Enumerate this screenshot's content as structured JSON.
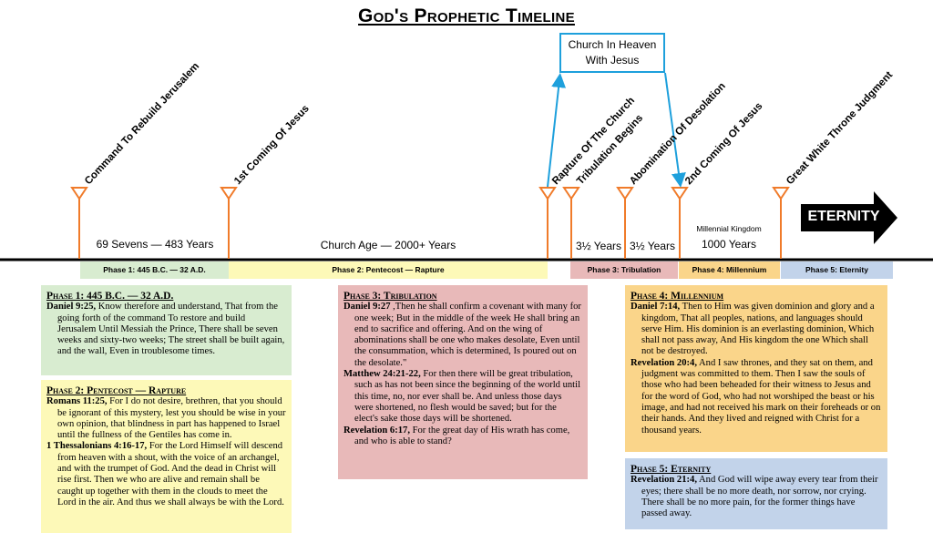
{
  "title": "God's Prophetic Timeline",
  "church_in_heaven": "Church In Heaven\nWith Jesus",
  "events": [
    {
      "id": "command",
      "label": "Command To Rebuild Jerusalem"
    },
    {
      "id": "first-coming",
      "label": "1st Coming Of Jesus"
    },
    {
      "id": "rapture",
      "label": "Rapture Of The Church"
    },
    {
      "id": "tribulation-begins",
      "label": "Tribulation Begins"
    },
    {
      "id": "abomination",
      "label": "Abomination Of Desolation"
    },
    {
      "id": "second-coming",
      "label": "2nd Coming Of Jesus"
    },
    {
      "id": "great-white-throne",
      "label": "Great White Throne Judgment"
    }
  ],
  "periods": {
    "sevens": "69 Sevens — 483 Years",
    "church_age": "Church Age — 2000+ Years",
    "half1": "3½ Years",
    "half2": "3½ Years",
    "millennial_small": "Millennial Kingdom",
    "millennial": "1000 Years"
  },
  "eternity": "ETERNITY",
  "colors": {
    "green": "#d8ecd0",
    "yellow": "#fdf9b8",
    "pink": "#e8b9b9",
    "orange": "#fad58a",
    "blue": "#c2d3ea",
    "accent_orange": "#f07b2a",
    "accent_blue": "#1ea0dc"
  },
  "phase_bands": [
    {
      "label": "Phase 1: 445 B.C. — 32 A.D."
    },
    {
      "label": "Phase 2: Pentecost — Rapture"
    },
    {
      "label": "Phase 3: Tribulation"
    },
    {
      "label": "Phase 4: Millennium"
    },
    {
      "label": "Phase 5: Eternity"
    }
  ],
  "phases": {
    "p1": {
      "heading": "Phase 1: 445 B.C. — 32 A.D.",
      "verses": [
        {
          "ref": "Daniel 9:25,",
          "text": " Know therefore and understand, That from the going forth of the command To restore and build Jerusalem Until Messiah the Prince, There shall be seven weeks and sixty-two weeks; The street shall be built again, and the wall, Even in troublesome times."
        }
      ]
    },
    "p2": {
      "heading": "Phase 2: Pentecost — Rapture",
      "verses": [
        {
          "ref": "Romans 11:25,",
          "text": " For I do not desire, brethren, that you should be ignorant of this mystery, lest you should be wise in your own opinion, that blindness in part has happened to Israel until the fullness of the Gentiles has come in."
        },
        {
          "ref": "1 Thessalonians 4:16-17,",
          "text": " For the Lord Himself will descend from heaven with a shout, with the voice of an archangel, and with the trumpet of God. And the dead in Christ will rise first. Then we who are alive and remain shall be caught up together with them in the clouds to meet the Lord in the air. And thus we shall always be with the Lord."
        }
      ]
    },
    "p3": {
      "heading": "Phase 3: Tribulation",
      "verses": [
        {
          "ref": "Daniel 9:27",
          "text": " ,Then he shall confirm a covenant with many for one week; But in the middle of the week He shall bring an end to sacrifice and offering. And on the wing of abominations shall be one who makes desolate, Even until the consummation, which is determined, Is poured out on the desolate.\""
        },
        {
          "ref": "Matthew 24:21-22,",
          "text": " For then there will be great tribulation, such as has not been since the beginning of the world until this time, no, nor ever shall be. And unless those days were shortened, no flesh would be saved; but for the elect's sake those days will be shortened."
        },
        {
          "ref": "Revelation 6:17,",
          "text": " For the great day of His wrath has come, and who is able to stand?"
        }
      ]
    },
    "p4": {
      "heading": "Phase 4: Millennium",
      "verses": [
        {
          "ref": "Daniel 7:14,",
          "text": " Then to Him was given dominion and glory and a kingdom, That all peoples, nations, and languages should serve Him. His dominion is an everlasting dominion, Which shall not pass away, And His kingdom the one Which shall not be destroyed."
        },
        {
          "ref": "Revelation 20:4,",
          "text": " And I saw thrones, and they sat on them, and judgment was committed to them. Then I saw the souls of those who had been beheaded for their witness to Jesus and for the word of God, who had not worshiped the beast or his image, and had not received his mark on their foreheads or on their hands. And they lived and reigned with Christ for a thousand years."
        }
      ]
    },
    "p5": {
      "heading": "Phase 5: Eternity",
      "verses": [
        {
          "ref": "Revelation 21:4,",
          "text": " And God will wipe away every tear from their eyes; there shall be no more death, nor sorrow, nor crying. There shall be no more pain, for the former things have passed away."
        }
      ]
    }
  }
}
